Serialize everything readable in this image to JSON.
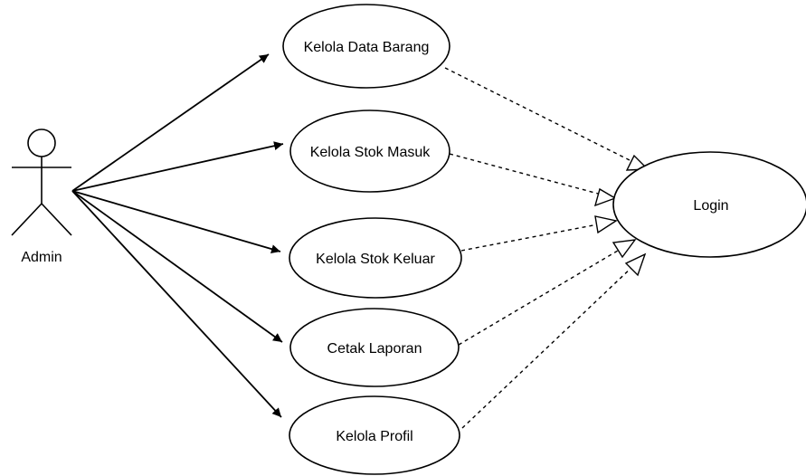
{
  "actor": {
    "label": "Admin"
  },
  "use_cases": [
    {
      "id": "uc1",
      "label": "Kelola Data Barang"
    },
    {
      "id": "uc2",
      "label": "Kelola Stok Masuk"
    },
    {
      "id": "uc3",
      "label": "Kelola Stok Keluar"
    },
    {
      "id": "uc4",
      "label": "Cetak Laporan"
    },
    {
      "id": "uc5",
      "label": "Kelola Profil"
    }
  ],
  "target": {
    "label": "Login"
  }
}
